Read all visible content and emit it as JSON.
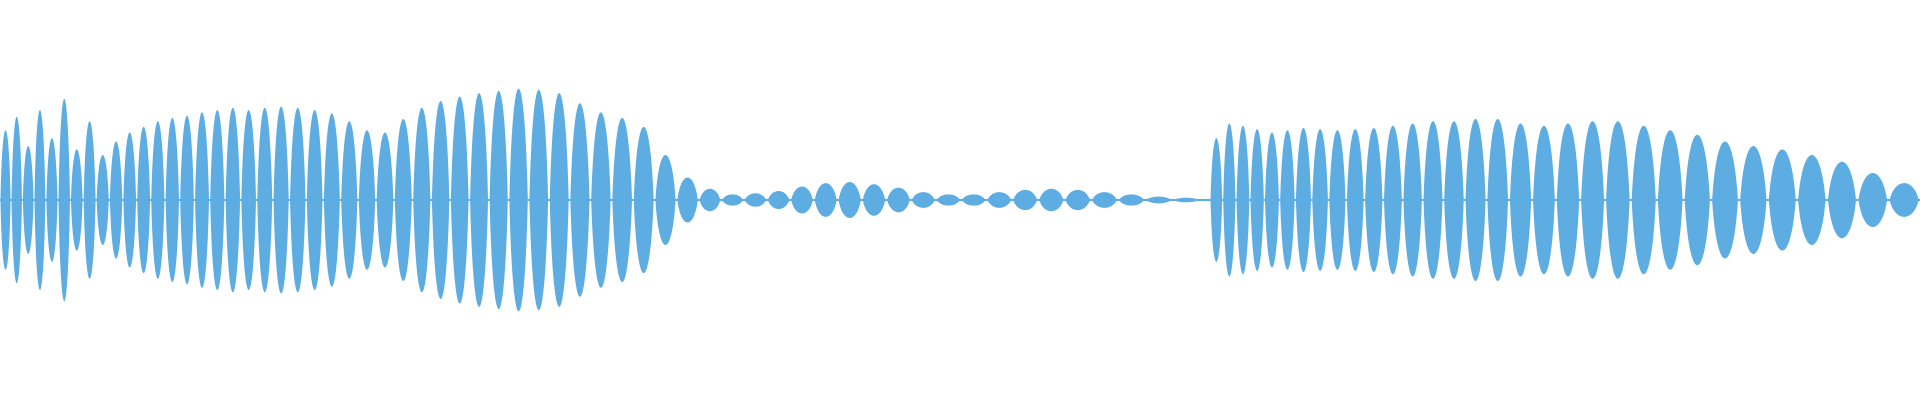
{
  "waveform": {
    "color": "#5DADE2",
    "background": "#FFFFFF",
    "description_level": "normalized-amplitude",
    "segments": [
      {
        "name": "segment-1",
        "lobes": [
          0.62,
          0.74,
          0.48,
          0.8,
          0.55,
          0.9,
          0.45,
          0.7,
          0.4,
          0.52,
          0.6,
          0.65,
          0.7,
          0.73,
          0.75,
          0.78,
          0.8,
          0.82,
          0.8,
          0.82,
          0.83,
          0.82,
          0.8,
          0.77,
          0.7,
          0.62,
          0.6,
          0.72,
          0.82,
          0.88,
          0.92,
          0.95,
          0.97,
          0.99,
          0.98,
          0.95,
          0.86,
          0.78,
          0.73,
          0.65,
          0.4,
          0.2,
          0.1,
          0.05,
          0.06,
          0.08,
          0.12,
          0.15,
          0.16,
          0.14,
          0.11,
          0.07,
          0.05,
          0.05,
          0.07,
          0.09,
          0.1,
          0.09,
          0.07,
          0.05,
          0.03,
          0.02
        ]
      },
      {
        "name": "segment-2",
        "lobes": [
          0.55,
          0.68,
          0.66,
          0.63,
          0.6,
          0.62,
          0.64,
          0.63,
          0.62,
          0.63,
          0.64,
          0.66,
          0.68,
          0.7,
          0.7,
          0.72,
          0.72,
          0.68,
          0.66,
          0.68,
          0.7,
          0.7,
          0.66,
          0.62,
          0.58,
          0.52,
          0.48,
          0.45,
          0.4,
          0.34,
          0.24,
          0.15
        ]
      }
    ]
  }
}
